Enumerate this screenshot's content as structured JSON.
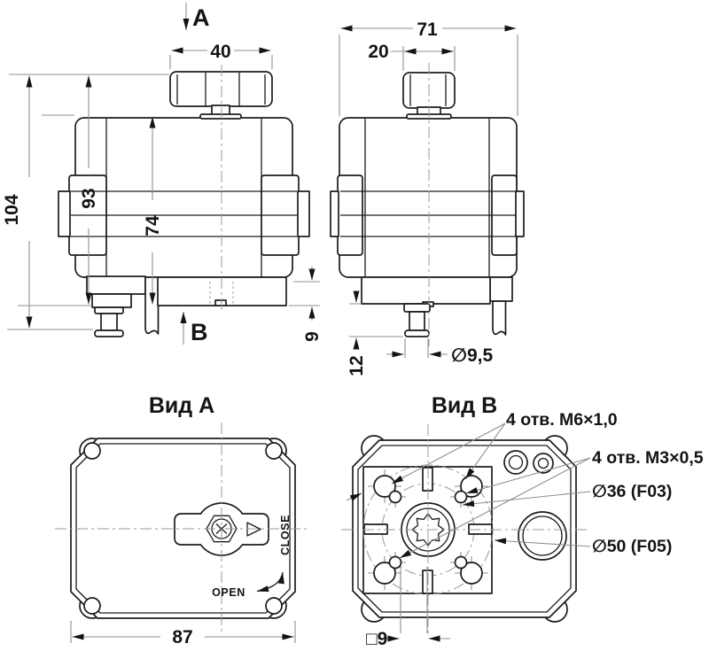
{
  "drawing": {
    "front_view": {
      "section_arrow_top": "A",
      "section_arrow_bottom": "B",
      "dim_knob_width": "40",
      "dim_height_total": "104",
      "dim_height_to_knob_base": "93",
      "dim_height_body": "74",
      "dim_plate_height": "9"
    },
    "side_view": {
      "dim_width_total": "71",
      "dim_knob_width": "20",
      "dim_shaft_protrusion": "12",
      "dim_shaft_diameter": "∅9,5"
    },
    "view_a": {
      "title": "Вид А",
      "dim_width": "87",
      "label_open": "OPEN",
      "label_close": "CLOSE"
    },
    "view_b": {
      "title": "Вид В",
      "label_holes_m6": "4 отв. М6×1,0",
      "label_holes_m3": "4 отв. М3×0,5",
      "label_bolt_circle_f03": "∅36 (F03)",
      "label_bolt_circle_f05": "∅50 (F05)",
      "dim_square_drive": "□9"
    },
    "colors": {
      "outline": "#1c1c1c",
      "dimension_line": "#8f8f8f",
      "background": "#ffffff",
      "text": "#141414"
    }
  }
}
